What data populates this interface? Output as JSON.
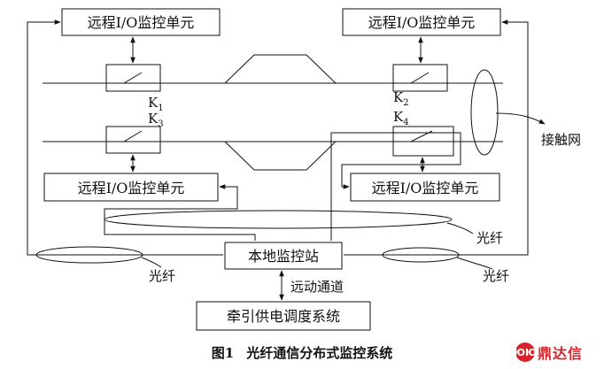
{
  "diagram": {
    "remote_unit_tl": "远程I/O监控单元",
    "remote_unit_tr": "远程I/O监控单元",
    "remote_unit_ml": "远程I/O监控单元",
    "remote_unit_mr": "远程I/O监控单元",
    "local_station": "本地监控站",
    "traction_system": "牵引供电调度系统",
    "remote_channel": "远动通道",
    "fiber_right_top": "光纤",
    "fiber_left": "光纤",
    "fiber_right_bottom": "光纤",
    "catenary": "接触网",
    "k1": {
      "letter": "K",
      "sub": "1"
    },
    "k2": {
      "letter": "K",
      "sub": "2"
    },
    "k3": {
      "letter": "K",
      "sub": "3"
    },
    "k4": {
      "letter": "K",
      "sub": "4"
    }
  },
  "caption": {
    "number": "图1",
    "title": "光纤通信分布式监控系统"
  },
  "watermark": {
    "mark": "ЮЮ",
    "brand": "鼎达信"
  }
}
